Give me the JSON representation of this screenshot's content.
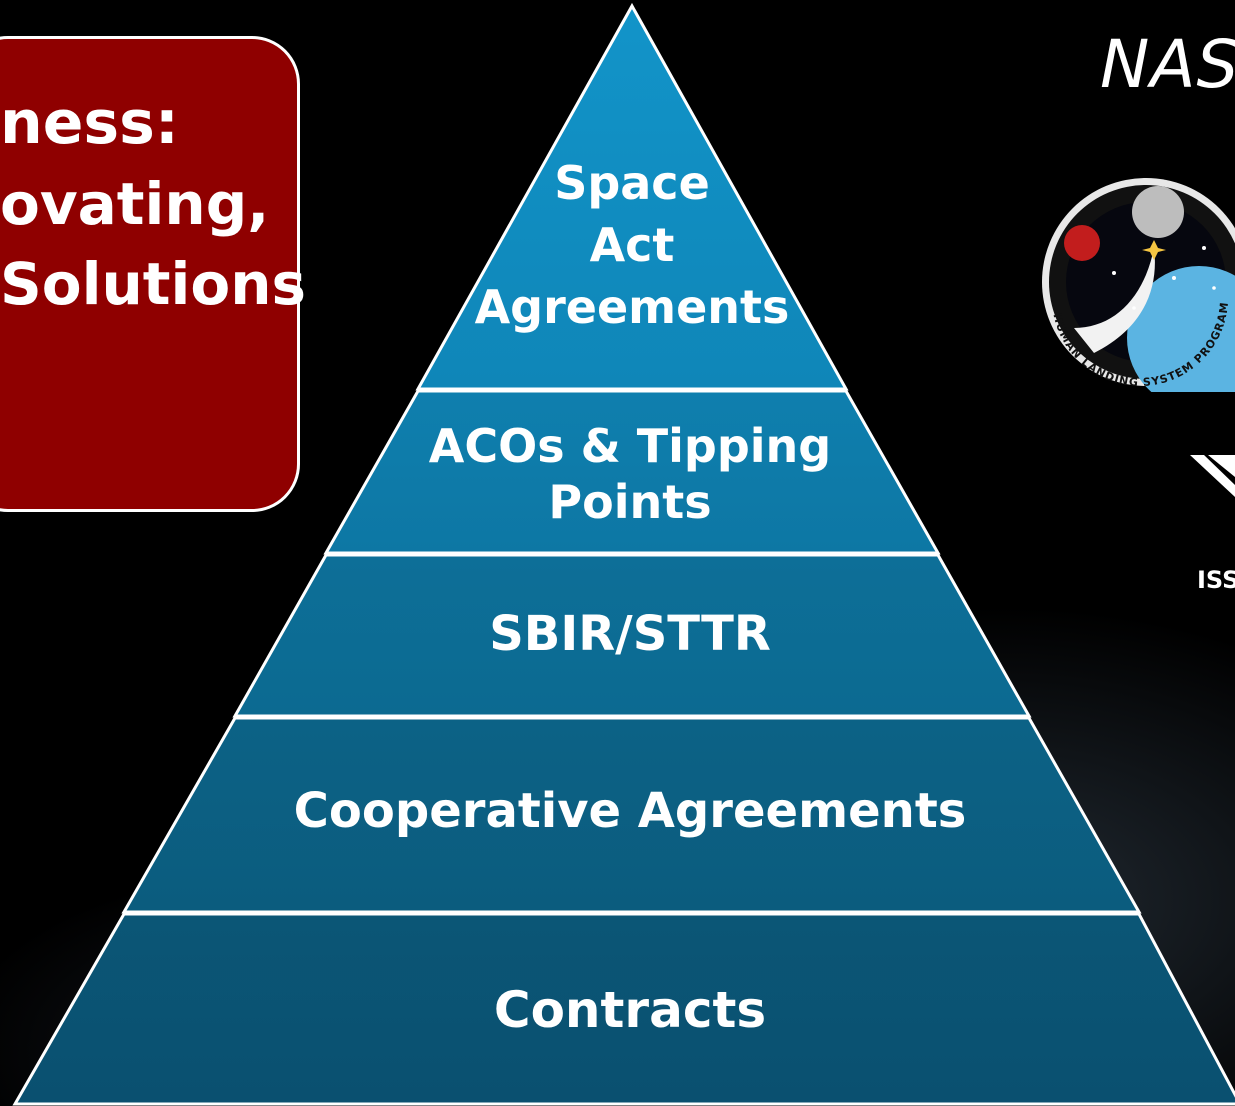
{
  "left_panel": {
    "line1": "ness:",
    "line2": "ovating,",
    "line3": "Solutions"
  },
  "header": {
    "title": "NAS"
  },
  "pyramid": {
    "tiers": [
      {
        "lines": [
          "Space",
          "Act",
          "Agreements"
        ]
      },
      {
        "lines": [
          "ACOs & Tipping",
          "Points"
        ]
      },
      {
        "lines": [
          "SBIR/STTR"
        ]
      },
      {
        "lines": [
          "Cooperative Agreements"
        ]
      },
      {
        "lines": [
          "Contracts"
        ]
      }
    ]
  },
  "logos": {
    "patch_text": "HUMAN LANDING SYSTEM PROGRAM",
    "iss_label": "ISS"
  },
  "colors": {
    "red_panel": "#8f0000",
    "tier_top": "#118fc3",
    "tier_bottom": "#0a5471"
  }
}
